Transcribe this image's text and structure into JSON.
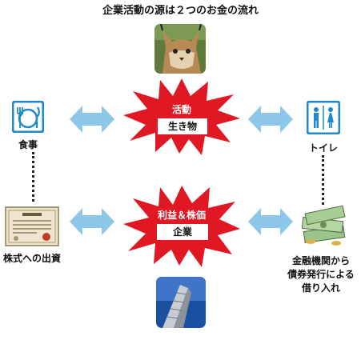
{
  "title": "企業活動の源は２つのお金の流れ",
  "center": {
    "top": {
      "label": "活動",
      "box": "生き物"
    },
    "bottom": {
      "label": "利益＆株価",
      "box": "企業"
    }
  },
  "left": {
    "top_label": "食事",
    "bottom_label": "株式への出資"
  },
  "right": {
    "top_label": "トイレ",
    "bottom_label_lines": [
      "金融機関から",
      "債券発行による",
      "借り入れ"
    ]
  },
  "colors": {
    "burst": "#e01824",
    "arrow": "#8cc6e8",
    "icon_blue": "#1e8ac9"
  },
  "icons": [
    "lynx-photo",
    "building-photo",
    "plate-icon",
    "restroom-icon",
    "certificate-icon",
    "money-icon"
  ]
}
